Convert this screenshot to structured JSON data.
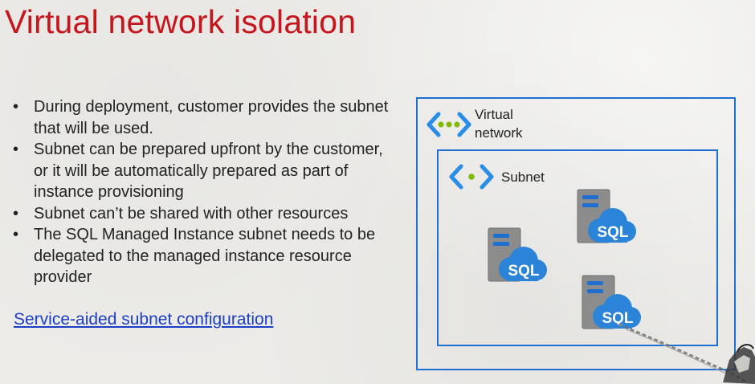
{
  "title": "Virtual network isolation",
  "bullets": [
    "During deployment, customer provides the subnet that will be used.",
    "Subnet can be prepared upfront by the customer, or it will be automatically prepared as part of instance provisioning",
    "Subnet can’t be shared with other resources",
    "The SQL Managed Instance subnet needs to be delegated to the managed instance resource provider"
  ],
  "link": "Service-aided subnet configuration",
  "diagram": {
    "vnet_label_line1": "Virtual",
    "vnet_label_line2": "network",
    "subnet_label": "Subnet",
    "sql_label": "SQL"
  },
  "colors": {
    "title": "#c4161c",
    "border": "#1f6fd1",
    "link": "#1a3fc6",
    "chevron": "#2a8ee6",
    "dot": "#7fba00",
    "cloud": "#2b84d8"
  },
  "icons": [
    "virtual-network-icon",
    "subnet-icon",
    "sql-server-icon"
  ]
}
